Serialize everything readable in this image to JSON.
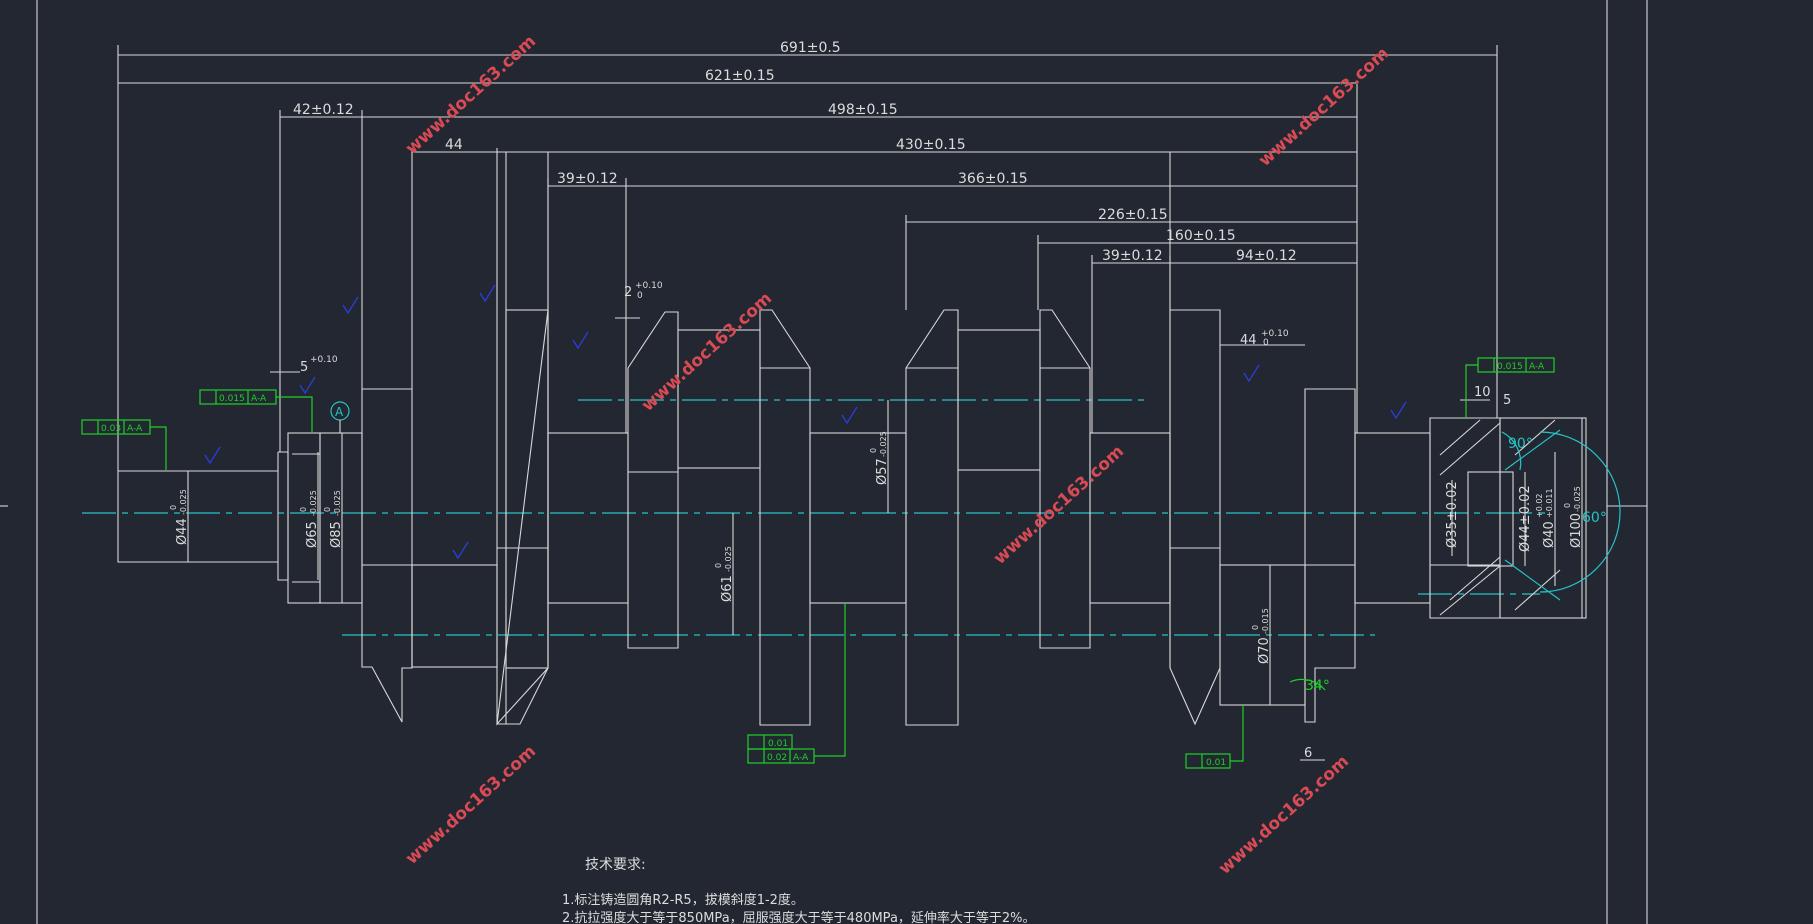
{
  "dimensions": {
    "overall_length": "691±0.5",
    "length_621": "621±0.15",
    "length_42": "42±0.12",
    "length_498": "498±0.15",
    "length_44": "44",
    "length_430": "430±0.15",
    "length_39a": "39±0.12",
    "length_366": "366±0.15",
    "length_226": "226±0.15",
    "length_160": "160±0.15",
    "length_39b": "39±0.12",
    "length_94": "94±0.12",
    "length_5": "5",
    "tol_5": "+0.10",
    "length_2": "2",
    "tol_2_upper": "+0.10",
    "tol_2_lower": "0",
    "length_44b": "44",
    "tol_44b": "+0.10",
    "tol_44b_lower": "0",
    "length_10": "10",
    "length_5b": "5",
    "length_6": "6",
    "dia_44": "Ø44",
    "dia_44_tol": "-0.025",
    "dia_65": "Ø65",
    "dia_65_tol": "-0.025",
    "dia_85": "Ø85",
    "dia_85_tol": "-0.025",
    "dia_61": "Ø61",
    "dia_61_tol": "-0.025",
    "dia_57": "Ø57",
    "dia_57_tol": "-0.025",
    "dia_70": "Ø70",
    "dia_70_tol": "-0.015",
    "dia_35": "Ø35±0.02",
    "dia_44b": "Ø44±0.02",
    "dia_40": "Ø40",
    "dia_40_tol_upper": "+0.02",
    "dia_40_tol_lower": "+0.011",
    "dia_100": "Ø100",
    "dia_100_tol": "-0.025",
    "zero": "0",
    "angle_90": "90°",
    "angle_60": "60°",
    "angle_34": "34°"
  },
  "tolerance_frames": {
    "fcf1_value": "0.03",
    "fcf1_datum": "A-A",
    "fcf2_value": "0.015",
    "fcf2_datum": "A-A",
    "fcf3_value": "0.015",
    "fcf3_datum": "A-A",
    "fcf4_value": "0.01",
    "fcf5_value": "0.02",
    "fcf5_datum": "A-A",
    "fcf6_value": "0.01",
    "datum_label": "A"
  },
  "notes": {
    "heading": "技术要求:",
    "line1": "1.标注铸造圆角R2-R5，拔模斜度1-2度。",
    "line2": "2.抗拉强度大于等于850MPa，屈服强度大于等于480MPa，延伸率大于等于2%。"
  },
  "watermark": "www.doc163.com",
  "colors": {
    "background": "#222731",
    "geometry": "#d8d8d8",
    "centerline": "#27c3c7",
    "tolerance": "#1ecf28",
    "roughness": "#2a3fd8",
    "watermark": "#d84b55"
  }
}
